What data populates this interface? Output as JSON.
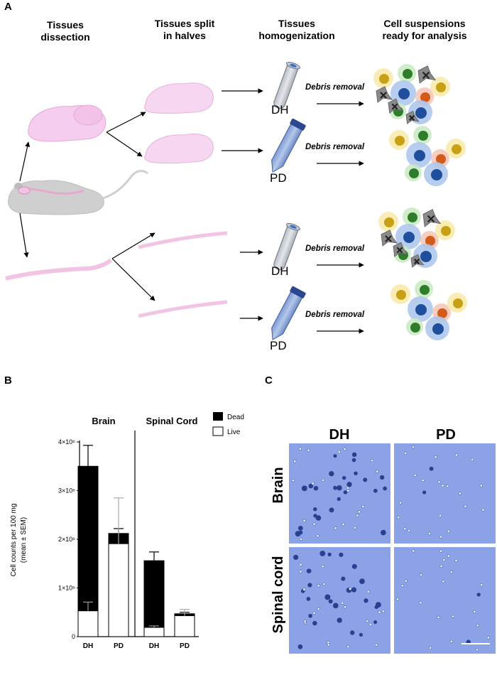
{
  "panel_a": {
    "letter": "A",
    "headers": {
      "col1_l1": "Tissues",
      "col1_l2": "dissection",
      "col2_l1": "Tissues split",
      "col2_l2": "in halves",
      "col3_l1": "Tissues",
      "col3_l2": "homogenization",
      "col4_l1": "Cell suspensions",
      "col4_l2": "ready for analysis"
    },
    "rows": [
      {
        "tube": "DH",
        "step": "Debris removal"
      },
      {
        "tube": "PD",
        "step": "Debris removal"
      },
      {
        "tube": "DH",
        "step": "Debris removal"
      },
      {
        "tube": "PD",
        "step": "Debris removal"
      }
    ]
  },
  "panel_b": {
    "letter": "B"
  },
  "panel_c": {
    "letter": "C",
    "col_headers": [
      "DH",
      "PD"
    ],
    "row_headers": [
      "Brain",
      "Spinal cord"
    ]
  },
  "chart_data": {
    "type": "bar",
    "stacked": true,
    "groups": [
      "Brain",
      "Spinal Cord"
    ],
    "categories": [
      "DH",
      "PD",
      "DH",
      "PD"
    ],
    "ylabel_l1": "Cell counts per 100 mg",
    "ylabel_l2": "(mean ± SEM)",
    "yticks": [
      "0",
      "1×10⁶",
      "2×10⁶",
      "3×10⁶",
      "4×10⁶"
    ],
    "ylim": [
      0,
      4000000
    ],
    "series": [
      {
        "name": "Live",
        "color": "#ffffff",
        "values": [
          530000,
          1910000,
          190000,
          430000
        ],
        "sem": [
          180000,
          940000,
          30000,
          130000
        ]
      },
      {
        "name": "Dead",
        "color": "#000000",
        "values": [
          2970000,
          210000,
          1370000,
          40000
        ],
        "sem": [
          430000,
          100000,
          180000,
          30000
        ]
      }
    ],
    "legend": [
      "Dead",
      "Live"
    ],
    "legend_position": "top-right"
  }
}
